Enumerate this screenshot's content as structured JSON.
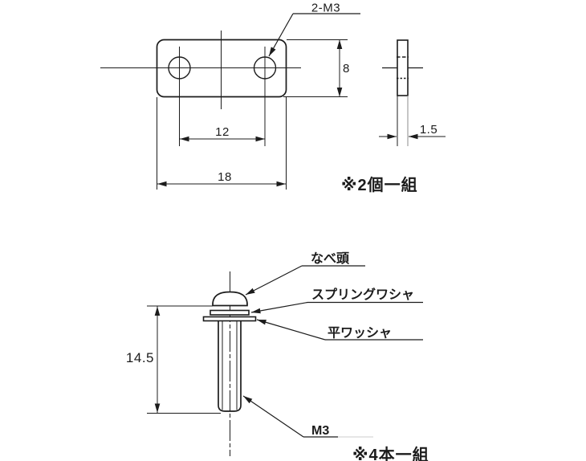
{
  "page": {
    "background": "#ffffff",
    "line_color": "#1c1c1c"
  },
  "plate_view": {
    "thread_callout": "2-M3",
    "dim_height": "8",
    "dim_hole_spacing": "12",
    "dim_width": "18",
    "dim_thickness": "1.5",
    "quantity_note": "※2個一組"
  },
  "screw_view": {
    "dim_length": "14.5",
    "label_pan_head": "なべ頭",
    "label_spring_washer": "スプリングワシャ",
    "label_flat_washer": "平ワッシャ",
    "label_thread_size": "M3",
    "quantity_note": "※4本一組"
  }
}
